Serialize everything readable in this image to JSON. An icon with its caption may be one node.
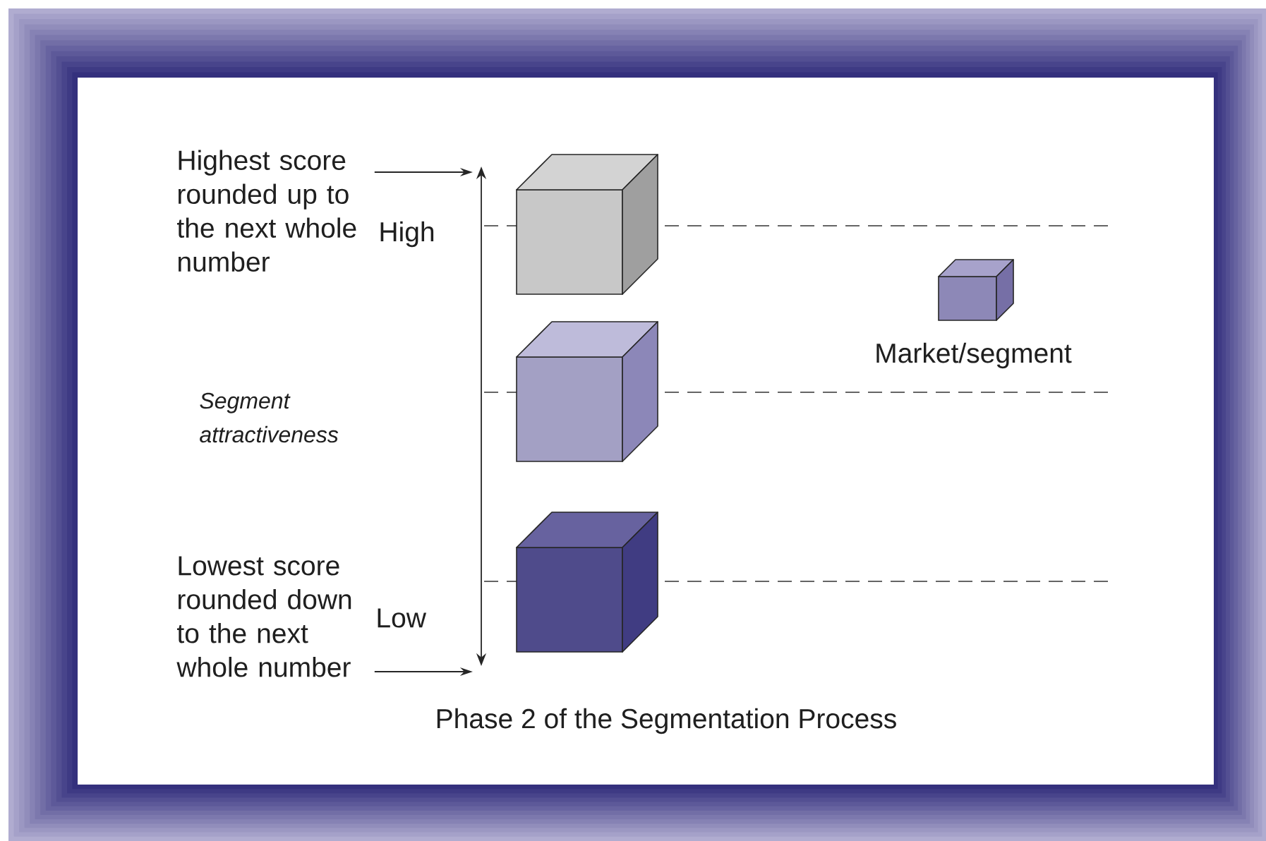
{
  "diagram": {
    "caption": "Phase 2 of the Segmentation Process",
    "nodes": [
      {
        "text": [
          "Highest score rounded up to the next whole number"
        ]
      },
      {
        "text": [
          "Lowest score rounded down to the next whole number"
        ]
      },
      {
        "text": [],
        "shape": "box"
      },
      {
        "text": [],
        "shape": "box"
      },
      {
        "text": [],
        "shape": "box"
      },
      {
        "text": [],
        "shape": "box",
        "beside": [
          "Market/segment"
        ]
      }
    ],
    "edges": [
      {
        "from": 0,
        "to": null,
        "arrow": "to"
      },
      {
        "from": 1,
        "to": null,
        "arrow": "to"
      }
    ],
    "labels": [
      "High",
      "Segment attractiveness",
      "Low"
    ]
  }
}
